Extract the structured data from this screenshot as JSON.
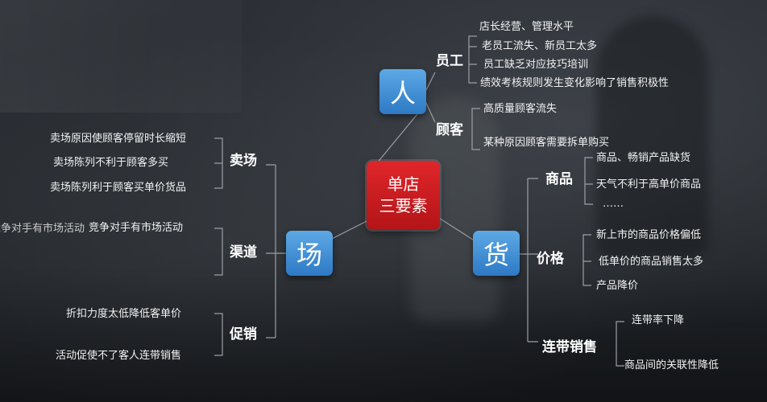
{
  "center": {
    "line1": "单店",
    "line2": "三要素"
  },
  "people": {
    "label": "人",
    "staff": {
      "label": "员工",
      "items": [
        "店长经营、管理水平",
        "老员工流失、新员工太多",
        "员工缺乏对应技巧培训",
        "绩效考核规则发生变化影响了销售积极性"
      ]
    },
    "customer": {
      "label": "顾客",
      "items": [
        "高质量顾客流失",
        "某种原因顾客需要拆单购买"
      ]
    }
  },
  "venue": {
    "label": "场",
    "store": {
      "label": "卖场",
      "items": [
        "卖场原因使顾客停留时长缩短",
        "卖场陈列不利于顾客多买",
        "卖场陈列利于顾客买单价货品"
      ]
    },
    "channel": {
      "label": "渠道",
      "items": [
        "竞争对手有市场活动",
        "竞争对手有市场活动"
      ]
    },
    "promo": {
      "label": "促销",
      "items": [
        "折扣力度太低降低客单价",
        "活动促使不了客人连带销售"
      ]
    }
  },
  "goods": {
    "label": "货",
    "product": {
      "label": "商品",
      "items": [
        "商品、畅销产品缺货",
        "天气不利于高单价商品",
        "……"
      ]
    },
    "price": {
      "label": "价格",
      "items": [
        "新上市的商品价格偏低",
        "低单价的商品销售太多",
        "产品降价"
      ]
    },
    "cross": {
      "label": "连带销售",
      "items": [
        "连带率下降",
        "商品间的关联性降低"
      ]
    }
  },
  "colors": {
    "accent_red": "#c8181c",
    "node_blue": "#3d8fd6",
    "line": "#9aa0a8"
  }
}
